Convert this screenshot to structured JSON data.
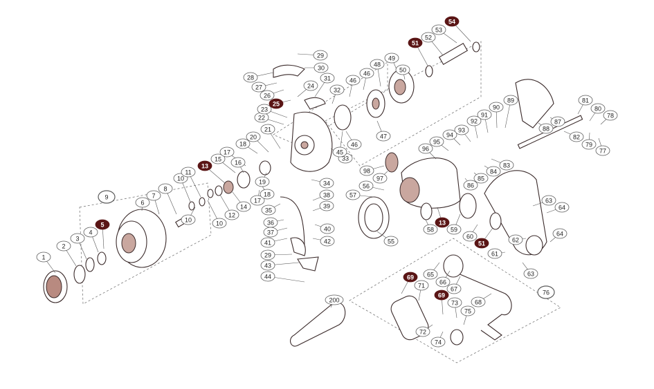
{
  "diagram": {
    "callouts": [
      {
        "id": "1",
        "text": "1",
        "style": "plain"
      },
      {
        "id": "2",
        "text": "2",
        "style": "plain"
      },
      {
        "id": "3",
        "text": "3",
        "style": "plain"
      },
      {
        "id": "4",
        "text": "4",
        "style": "plain"
      },
      {
        "id": "5",
        "text": "5",
        "style": "dark"
      },
      {
        "id": "6",
        "text": "6",
        "style": "plain"
      },
      {
        "id": "7",
        "text": "7",
        "style": "plain"
      },
      {
        "id": "8",
        "text": "8",
        "style": "plain"
      },
      {
        "id": "9",
        "text": "9",
        "style": "group"
      },
      {
        "id": "10a",
        "text": "10",
        "style": "plain"
      },
      {
        "id": "10b",
        "text": "10",
        "style": "plain"
      },
      {
        "id": "10c",
        "text": "10",
        "style": "plain"
      },
      {
        "id": "11",
        "text": "11",
        "style": "plain"
      },
      {
        "id": "12",
        "text": "12",
        "style": "plain"
      },
      {
        "id": "13a",
        "text": "13",
        "style": "dark"
      },
      {
        "id": "13b",
        "text": "13",
        "style": "dark"
      },
      {
        "id": "14",
        "text": "14",
        "style": "plain"
      },
      {
        "id": "15",
        "text": "15",
        "style": "plain"
      },
      {
        "id": "16",
        "text": "16",
        "style": "plain"
      },
      {
        "id": "17a",
        "text": "17",
        "style": "plain"
      },
      {
        "id": "17b",
        "text": "17",
        "style": "plain"
      },
      {
        "id": "18a",
        "text": "18",
        "style": "plain"
      },
      {
        "id": "18b",
        "text": "18",
        "style": "plain"
      },
      {
        "id": "19",
        "text": "19",
        "style": "plain"
      },
      {
        "id": "20",
        "text": "20",
        "style": "plain"
      },
      {
        "id": "21",
        "text": "21",
        "style": "plain"
      },
      {
        "id": "22",
        "text": "22",
        "style": "plain"
      },
      {
        "id": "23",
        "text": "23",
        "style": "plain"
      },
      {
        "id": "24",
        "text": "24",
        "style": "plain"
      },
      {
        "id": "25",
        "text": "25",
        "style": "dark"
      },
      {
        "id": "26",
        "text": "26",
        "style": "plain"
      },
      {
        "id": "27",
        "text": "27",
        "style": "plain"
      },
      {
        "id": "28",
        "text": "28",
        "style": "plain"
      },
      {
        "id": "29a",
        "text": "29",
        "style": "plain"
      },
      {
        "id": "29b",
        "text": "29",
        "style": "plain"
      },
      {
        "id": "30",
        "text": "30",
        "style": "plain"
      },
      {
        "id": "31",
        "text": "31",
        "style": "plain"
      },
      {
        "id": "32",
        "text": "32",
        "style": "plain"
      },
      {
        "id": "33",
        "text": "33",
        "style": "plain"
      },
      {
        "id": "34",
        "text": "34",
        "style": "plain"
      },
      {
        "id": "35",
        "text": "35",
        "style": "plain"
      },
      {
        "id": "36",
        "text": "36",
        "style": "plain"
      },
      {
        "id": "37",
        "text": "37",
        "style": "plain"
      },
      {
        "id": "38",
        "text": "38",
        "style": "plain"
      },
      {
        "id": "39",
        "text": "39",
        "style": "plain"
      },
      {
        "id": "40",
        "text": "40",
        "style": "plain"
      },
      {
        "id": "41",
        "text": "41",
        "style": "plain"
      },
      {
        "id": "42",
        "text": "42",
        "style": "plain"
      },
      {
        "id": "43",
        "text": "43",
        "style": "plain"
      },
      {
        "id": "44",
        "text": "44",
        "style": "plain"
      },
      {
        "id": "45",
        "text": "45",
        "style": "plain"
      },
      {
        "id": "46a",
        "text": "46",
        "style": "plain"
      },
      {
        "id": "46b",
        "text": "46",
        "style": "plain"
      },
      {
        "id": "46c",
        "text": "46",
        "style": "plain"
      },
      {
        "id": "47",
        "text": "47",
        "style": "plain"
      },
      {
        "id": "48",
        "text": "48",
        "style": "plain"
      },
      {
        "id": "49",
        "text": "49",
        "style": "plain"
      },
      {
        "id": "50",
        "text": "50",
        "style": "plain"
      },
      {
        "id": "51a",
        "text": "51",
        "style": "dark"
      },
      {
        "id": "51b",
        "text": "51",
        "style": "dark"
      },
      {
        "id": "52",
        "text": "52",
        "style": "plain"
      },
      {
        "id": "53",
        "text": "53",
        "style": "plain"
      },
      {
        "id": "54",
        "text": "54",
        "style": "dark"
      },
      {
        "id": "55",
        "text": "55",
        "style": "plain"
      },
      {
        "id": "56",
        "text": "56",
        "style": "plain"
      },
      {
        "id": "57",
        "text": "57",
        "style": "plain"
      },
      {
        "id": "58",
        "text": "58",
        "style": "plain"
      },
      {
        "id": "59",
        "text": "59",
        "style": "plain"
      },
      {
        "id": "60",
        "text": "60",
        "style": "plain"
      },
      {
        "id": "61",
        "text": "61",
        "style": "plain"
      },
      {
        "id": "62",
        "text": "62",
        "style": "plain"
      },
      {
        "id": "63a",
        "text": "63",
        "style": "plain"
      },
      {
        "id": "63b",
        "text": "63",
        "style": "plain"
      },
      {
        "id": "64a",
        "text": "64",
        "style": "plain"
      },
      {
        "id": "64b",
        "text": "64",
        "style": "plain"
      },
      {
        "id": "65",
        "text": "65",
        "style": "plain"
      },
      {
        "id": "66",
        "text": "66",
        "style": "plain"
      },
      {
        "id": "67",
        "text": "67",
        "style": "plain"
      },
      {
        "id": "68",
        "text": "68",
        "style": "plain"
      },
      {
        "id": "69a",
        "text": "69",
        "style": "dark"
      },
      {
        "id": "69b",
        "text": "69",
        "style": "dark"
      },
      {
        "id": "71",
        "text": "71",
        "style": "plain"
      },
      {
        "id": "72",
        "text": "72",
        "style": "plain"
      },
      {
        "id": "73",
        "text": "73",
        "style": "plain"
      },
      {
        "id": "74",
        "text": "74",
        "style": "plain"
      },
      {
        "id": "75",
        "text": "75",
        "style": "plain"
      },
      {
        "id": "76",
        "text": "76",
        "style": "group"
      },
      {
        "id": "77",
        "text": "77",
        "style": "plain"
      },
      {
        "id": "78",
        "text": "78",
        "style": "plain"
      },
      {
        "id": "79",
        "text": "79",
        "style": "plain"
      },
      {
        "id": "80",
        "text": "80",
        "style": "plain"
      },
      {
        "id": "81",
        "text": "81",
        "style": "plain"
      },
      {
        "id": "82",
        "text": "82",
        "style": "plain"
      },
      {
        "id": "83",
        "text": "83",
        "style": "plain"
      },
      {
        "id": "84",
        "text": "84",
        "style": "plain"
      },
      {
        "id": "85",
        "text": "85",
        "style": "plain"
      },
      {
        "id": "86",
        "text": "86",
        "style": "plain"
      },
      {
        "id": "87",
        "text": "87",
        "style": "plain"
      },
      {
        "id": "88",
        "text": "88",
        "style": "plain"
      },
      {
        "id": "89",
        "text": "89",
        "style": "plain"
      },
      {
        "id": "90",
        "text": "90",
        "style": "plain"
      },
      {
        "id": "91",
        "text": "91",
        "style": "plain"
      },
      {
        "id": "92",
        "text": "92",
        "style": "plain"
      },
      {
        "id": "93",
        "text": "93",
        "style": "plain"
      },
      {
        "id": "94",
        "text": "94",
        "style": "plain"
      },
      {
        "id": "95",
        "text": "95",
        "style": "plain"
      },
      {
        "id": "96",
        "text": "96",
        "style": "plain"
      },
      {
        "id": "97",
        "text": "97",
        "style": "plain"
      },
      {
        "id": "98",
        "text": "98",
        "style": "plain"
      },
      {
        "id": "200",
        "text": "200",
        "style": "plain"
      }
    ],
    "colors": {
      "callout_fill": "#ffffff",
      "callout_stroke": "#5a5a5a",
      "callout_text": "#222222",
      "dark_fill": "#5a1515",
      "dark_text": "#ffffff",
      "part_accent": "#b88a80",
      "line": "#3a2a2a"
    }
  }
}
